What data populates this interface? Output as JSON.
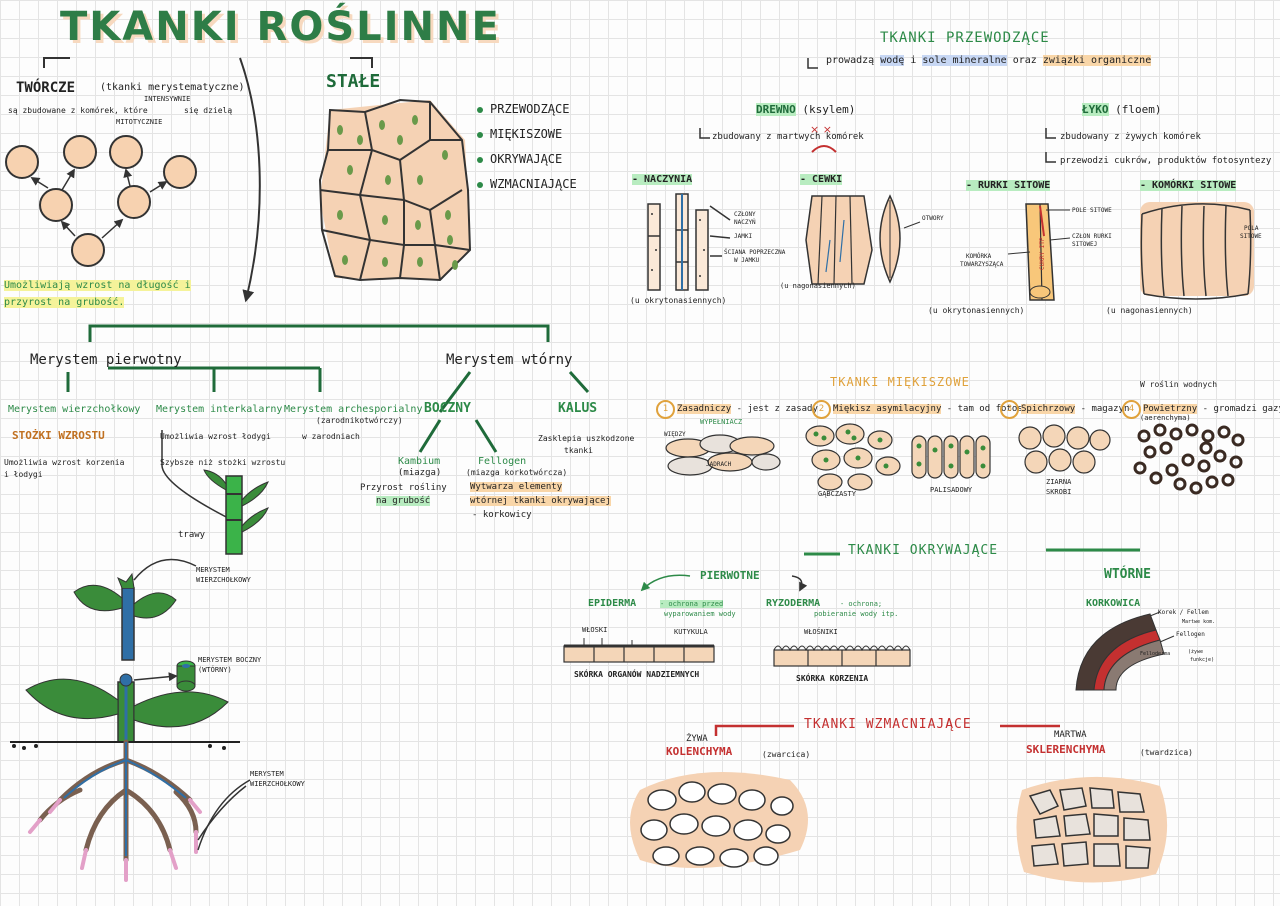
{
  "title": "TKANKI ROŚLINNE",
  "tworcze": {
    "heading": "TWÓRCZE",
    "paren": "(tkanki merystematyczne)",
    "desc1": "są zbudowane z komórek, które",
    "desc_intens": "INTENSYWNIE",
    "desc2": "się dzielą",
    "desc_mitot": "MITOTYCZNIE",
    "note1": "Umożliwiają wzrost na długość i",
    "note2": "przyrost na grubość."
  },
  "stale": {
    "heading": "STAŁE",
    "list": [
      "PRZEWODZĄCE",
      "MIĘKISZOWE",
      "OKRYWAJĄCE",
      "WZMACNIAJĄCE"
    ]
  },
  "merystem_pierwotny": {
    "heading": "Merystem pierwotny",
    "wierzcholkowy": "Merystem wierzchołkowy",
    "stozki": "STOŻKI WZROSTU",
    "w_desc1": "Umożliwia wzrost korzenia",
    "w_desc2": "i łodygi",
    "interkalarny": "Merystem interkalarny",
    "i_desc1": "Umożliwia wzrost łodygi",
    "i_desc2": "Szybsze niż stożki wzrostu",
    "trawy": "trawy",
    "archesporialny": "Merystem archesporialny",
    "a_paren": "(zarodnikotwórczy)",
    "a_desc": "w zarodniach"
  },
  "merystem_wtorny": {
    "heading": "Merystem wtórny",
    "boczny": "BOCZNY",
    "kalus": "KALUS",
    "kalus_desc1": "Zasklepia uszkodzone",
    "kalus_desc2": "tkanki",
    "kambium": "Kambium",
    "miazga": "(miazga)",
    "kambium_desc1": "Przyrost rośliny",
    "kambium_desc2": "na grubość",
    "fellogen": "Fellogen",
    "fellogen_paren": "(miazga korkotwórcza)",
    "fellogen_desc1": "Wytwarza elementy",
    "fellogen_desc2": "wtórnej tkanki okrywającej",
    "fellogen_desc3": "- korkowicy"
  },
  "plant_labels": {
    "wierz1": "MERYSTEM",
    "wierz2": "WIERZCHOŁKOWY",
    "boczny1": "MERYSTEM BOCZNY",
    "boczny2": "(WTÓRNY)",
    "korz1": "MERYSTEM",
    "korz2": "WIERZCHOŁKOWY"
  },
  "przewodzace": {
    "heading": "TKANKI PRZEWODZĄCE",
    "intro_pre": "prowadzą",
    "woda": "wodę",
    "i": "i",
    "sole": "sole mineralne",
    "oraz": "oraz",
    "zwiazki": "związki organiczne",
    "drewno": "DREWNO",
    "ksylem": "(ksylem)",
    "drewno_desc": "zbudowany z martwych komórek",
    "lyko": "ŁYKO",
    "floem": "(floem)",
    "lyko_desc1": "zbudowany z żywych komórek",
    "lyko_desc2": "przewodzi cukrów, produktów fotosyntezy",
    "naczynia": "- NACZYNIA",
    "cewki": "- CEWKI",
    "rurki": "- RURKI SITOWE",
    "komorki": "- KOMÓRKI SITOWE",
    "czlony1": "CZŁONY",
    "czlony2": "NACZYŃ",
    "jamki": "JAMKI",
    "sciana1": "ŚCIANA POPRZECZNA",
    "sciana2": "W JAMKU",
    "otwory": "OTWORY",
    "pole_sitowe": "POLE SITOWE",
    "czlon1": "CZŁON RURKI",
    "czlon2": "SITOWEJ",
    "kom_tow1": "KOMÓRKA",
    "kom_tow2": "TOWARZYSZĄCA",
    "cukry": "CUKRY ITP.",
    "pola1": "POLA",
    "pola2": "SITOWE",
    "okryto": "(u okrytonasiennych)",
    "nago": "(u nagonasiennych)"
  },
  "miekiszowe": {
    "heading": "TKANKI MIĘKISZOWE",
    "w_roslin": "W roślin wodnych",
    "items": [
      {
        "num": "1",
        "name": "Zasadniczy",
        "desc": "- jest z zasady"
      },
      {
        "num": "2",
        "name": "Miękisz asymilacyjny",
        "desc": "- tam od fotosyntezy"
      },
      {
        "num": "3",
        "name": "Spichrzowy",
        "desc": "- magazyn"
      },
      {
        "num": "4",
        "name": "Powietrzny",
        "desc": "- gromadzi gazy i tlen"
      }
    ],
    "aerenchyma": "(aerenchyma)",
    "wypelniacz": "WYPEŁNIACZ",
    "wiedzy": "WIĘDZY",
    "jadrach": "JĄDRACH",
    "gabczasty": "GĄBCZASTY",
    "palisadowy": "PALISADOWY",
    "ziarna1": "ZIARNA",
    "ziarna2": "SKROBI"
  },
  "okrywajace": {
    "heading": "TKANKI OKRYWAJĄCE",
    "pierwotne": "PIERWOTNE",
    "wtorne": "WTÓRNE",
    "epiderma": "EPIDERMA",
    "epi_desc1": "- ochrona przed",
    "epi_desc2": "wyparowaniem wody",
    "ryzoderma": "RYZODERMA",
    "ryz_desc1": "- ochrona;",
    "ryz_desc2": "pobieranie wody itp.",
    "wloski": "WŁOSKI",
    "kutykula": "KUTYKULA",
    "wlosniki": "WŁOŚNIKI",
    "skorka_nadz": "SKÓRKA ORGANÓW NADZIEMNYCH",
    "skorka_korz": "SKÓRKA KORZENIA",
    "korkowica": "KORKOWICA",
    "korek": "Korek / Fellem",
    "martwe": "Martwe kom.",
    "fellogen": "Fellogen",
    "felloderma": "Felloderma",
    "zywe1": "(żywe",
    "zywe2": "funkcje)"
  },
  "wzmacniajace": {
    "heading": "TKANKI WZMACNIAJĄCE",
    "zywa": "ŻYWA",
    "martwa": "MARTWA",
    "kolenchyma": "KOLENCHYMA",
    "kol_paren": "(zwarcica)",
    "sklerenchyma": "SKLERENCHYMA",
    "skl_paren": "(twardzica)"
  },
  "colors": {
    "green": "#2d8a48",
    "orange": "#e0a23c",
    "red": "#c43030",
    "peach": "#f5d2b4",
    "highlight_yellow": "#f5f39a",
    "highlight_green": "#b8ecc0"
  }
}
